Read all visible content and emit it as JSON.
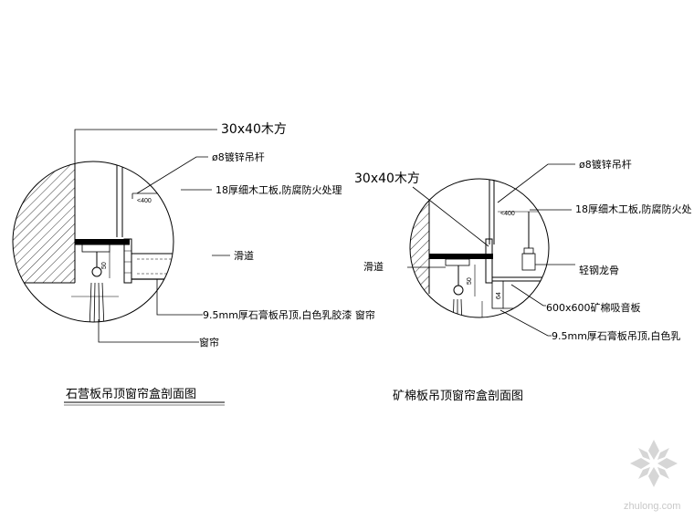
{
  "left_detail": {
    "callout_top": "30x40木方",
    "callout_rod": "ø8镀锌吊杆",
    "callout_board": "18厚细木工板,防腐防火处理",
    "dim_400": "<400",
    "callout_track": "滑道",
    "dim_50": "50",
    "callout_gypsum": "9.5mm厚石膏板吊顶,白色乳胶漆 窗帘",
    "callout_curtain": "窗帘",
    "title": "石营板吊顶窗帘盒剖面图"
  },
  "right_detail": {
    "callout_top": "30x40木方",
    "callout_rod": "ø8镀锌吊杆",
    "callout_board": "18厚细木工板,防腐防火处",
    "dim_400": "<400",
    "callout_track": "滑道",
    "callout_keel": "轻钢龙骨",
    "dim_50": "50",
    "dim_64": "64",
    "callout_mineral": "600x600矿棉吸音板",
    "callout_gypsum": "9.5mm厚石膏板吊顶,白色乳",
    "title": "矿棉板吊顶窗帘盒剖面图"
  },
  "watermark": {
    "text": "zhulong.com"
  }
}
